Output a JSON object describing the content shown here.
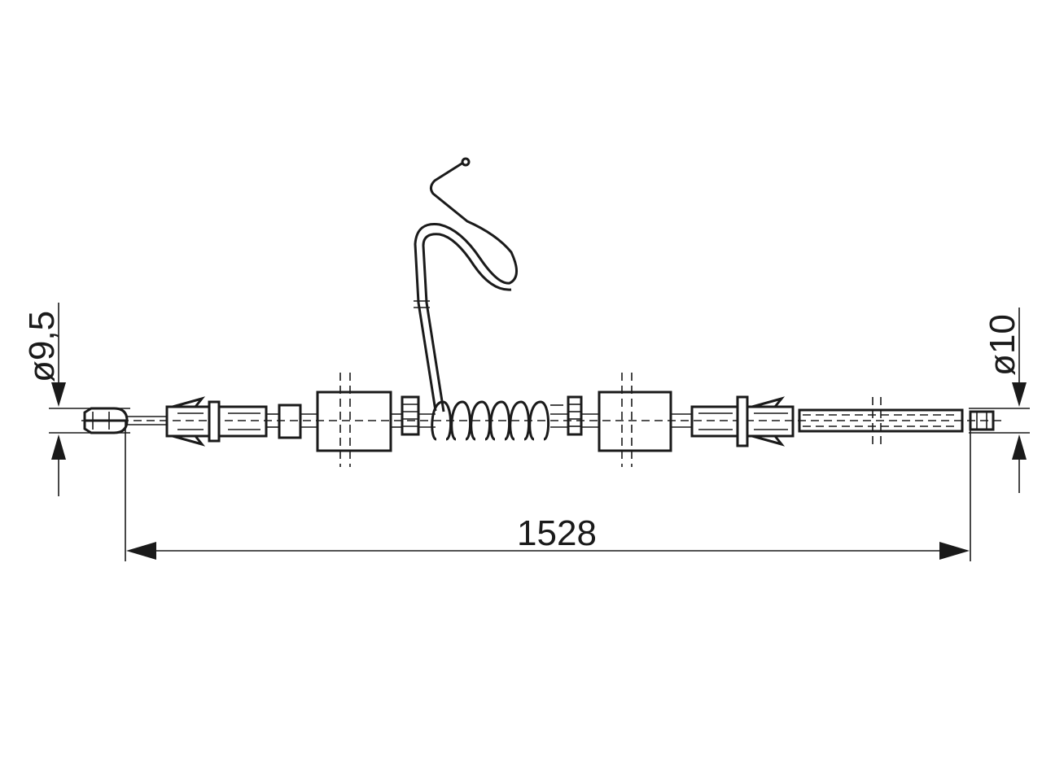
{
  "drawing": {
    "overall_length": "1528",
    "left_diameter": "ø9,5",
    "right_diameter": "ø10"
  }
}
